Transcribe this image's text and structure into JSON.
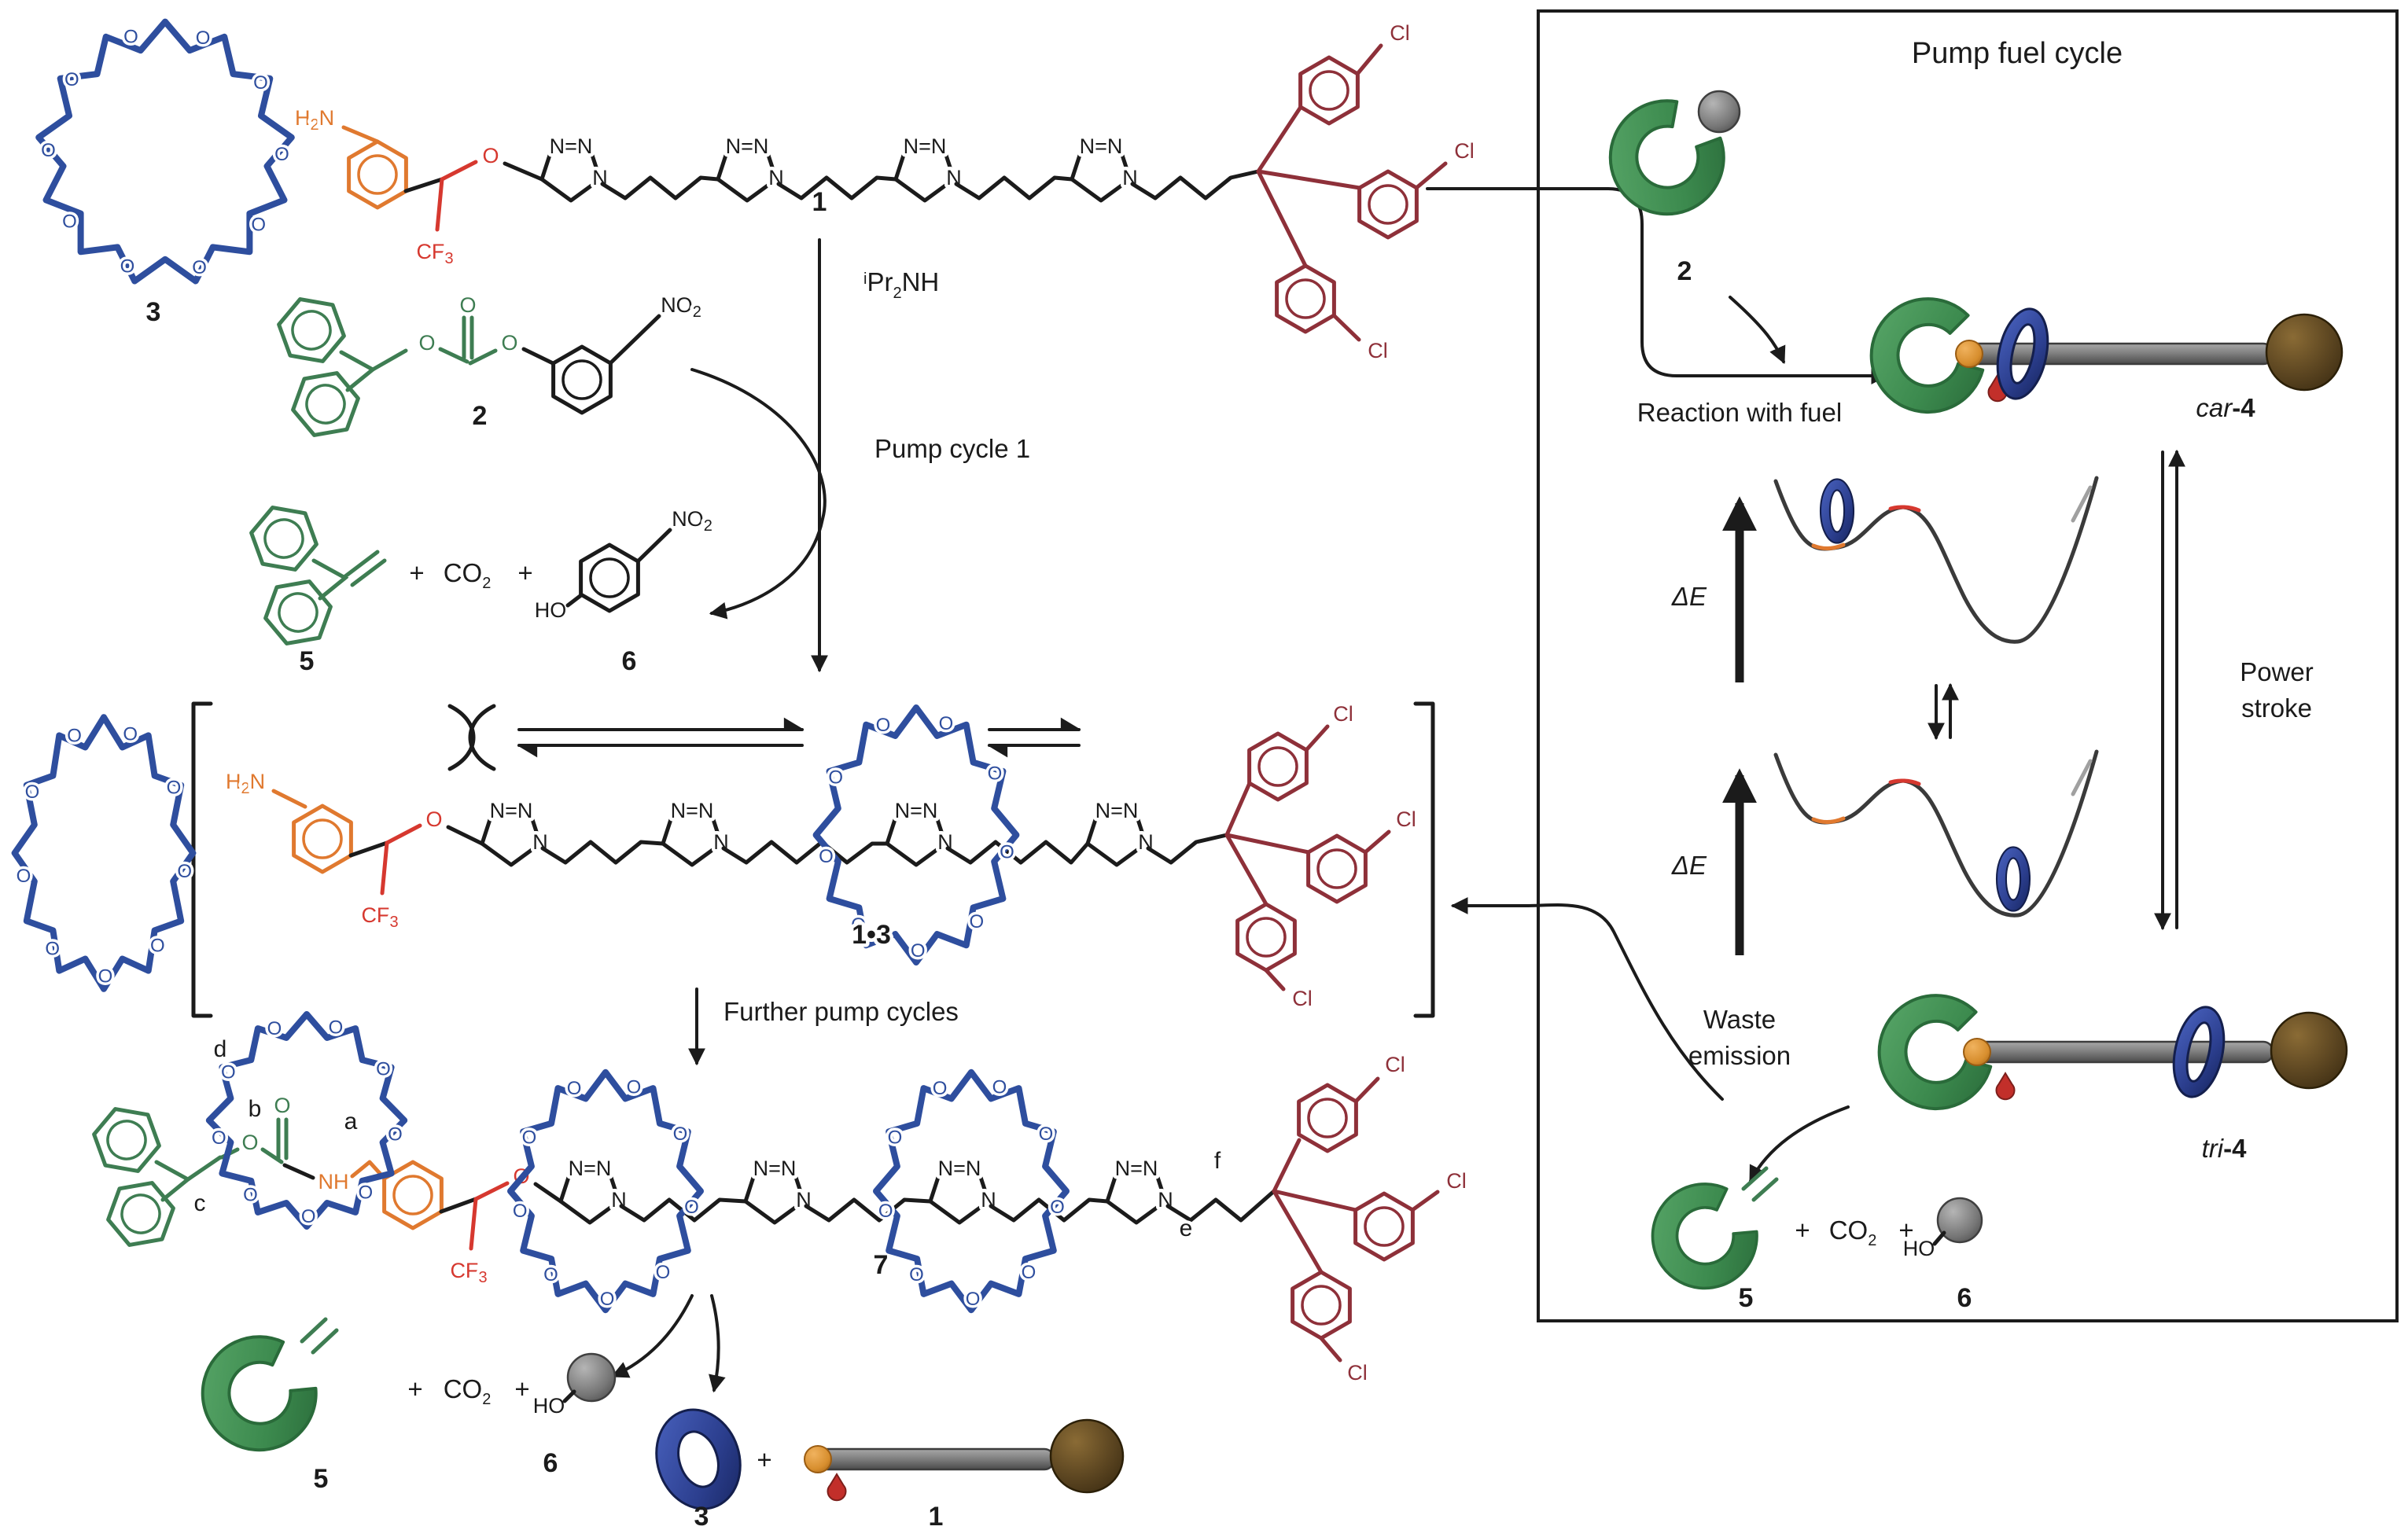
{
  "figure": {
    "panel_title": "Pump fuel cycle",
    "reaction_with_fuel": "Reaction with fuel",
    "power_line1": "Power",
    "power_line2": "stroke",
    "waste_line1": "Waste",
    "waste_line2": "emission",
    "delta_e": "ΔE",
    "pump_cycle_1": "Pump cycle 1",
    "further_pump_cycles": "Further pump cycles",
    "plus": "+"
  },
  "compounds": {
    "n1": "1",
    "n2": "2",
    "n3": "3",
    "n5": "5",
    "n6": "6",
    "n7": "7",
    "n13": "1•3",
    "car": "car",
    "tri": "tri",
    "dash4": "-4"
  },
  "reagent": {
    "i": "i",
    "pr": "Pr",
    "two": "2",
    "nh": "NH"
  },
  "atoms": {
    "h": "H",
    "n": "N",
    "o": "O",
    "cl": "Cl",
    "ho": "HO",
    "nn": "N=N",
    "nh": "NH",
    "co": "CO",
    "cf": "CF",
    "no": "NO",
    "sub2": "2",
    "sub3": "3"
  },
  "sites": {
    "a": "a",
    "b": "b",
    "c": "c",
    "d": "d",
    "e": "e",
    "f": "f"
  },
  "colors": {
    "ink": "#1b1b1b",
    "blue": "#2e4e9e",
    "orange": "#e0792f",
    "red": "#d6382f",
    "maroon": "#8e3039",
    "green": "#3e7d52",
    "cartoon_green_dark": "#2a6b3a",
    "curve_gray": "#3a3a3a"
  }
}
